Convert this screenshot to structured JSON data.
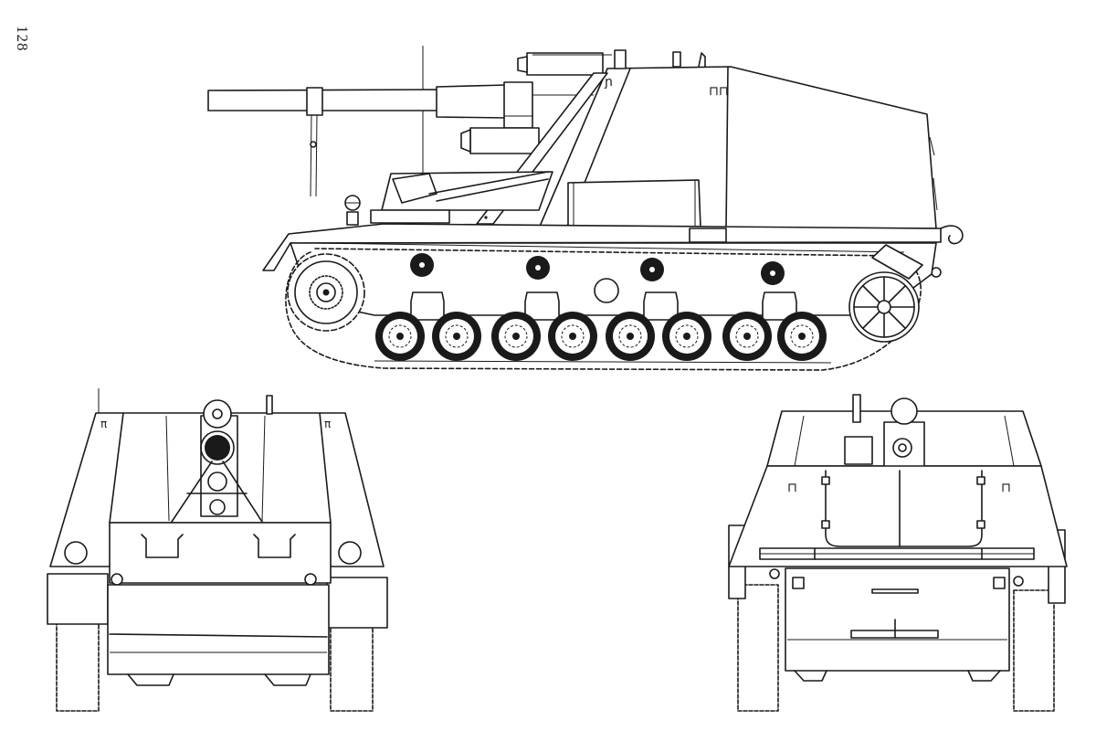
{
  "page": {
    "number": "128",
    "background": "#ffffff",
    "ink_color": "#1a1a1a"
  },
  "figures": [
    {
      "id": "side-view",
      "label": "side elevation",
      "road_wheels": 8,
      "return_rollers": 4
    },
    {
      "id": "front-view",
      "label": "front elevation"
    },
    {
      "id": "rear-view",
      "label": "rear elevation"
    }
  ]
}
